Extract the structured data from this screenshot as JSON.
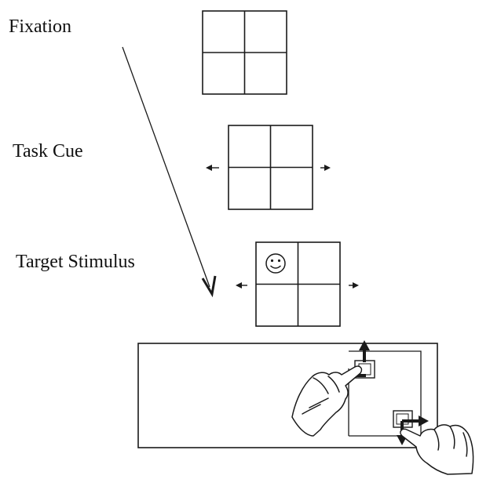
{
  "stages": [
    {
      "label": "Fixation"
    },
    {
      "label": "Task Cue"
    },
    {
      "label": "Target Stimulus"
    }
  ],
  "stimulus": {
    "target_symbol": "☺",
    "target_icon": "smiley-face-icon"
  },
  "response_panel": {
    "icons": [
      "hand-pointing-icon",
      "hand-pointing-icon"
    ],
    "arrow_icons": [
      "arrow-up-icon",
      "arrow-left-icon",
      "arrow-right-icon",
      "arrow-down-icon"
    ]
  },
  "colors": {
    "ink": "#1a1a1a",
    "background": "#ffffff"
  }
}
